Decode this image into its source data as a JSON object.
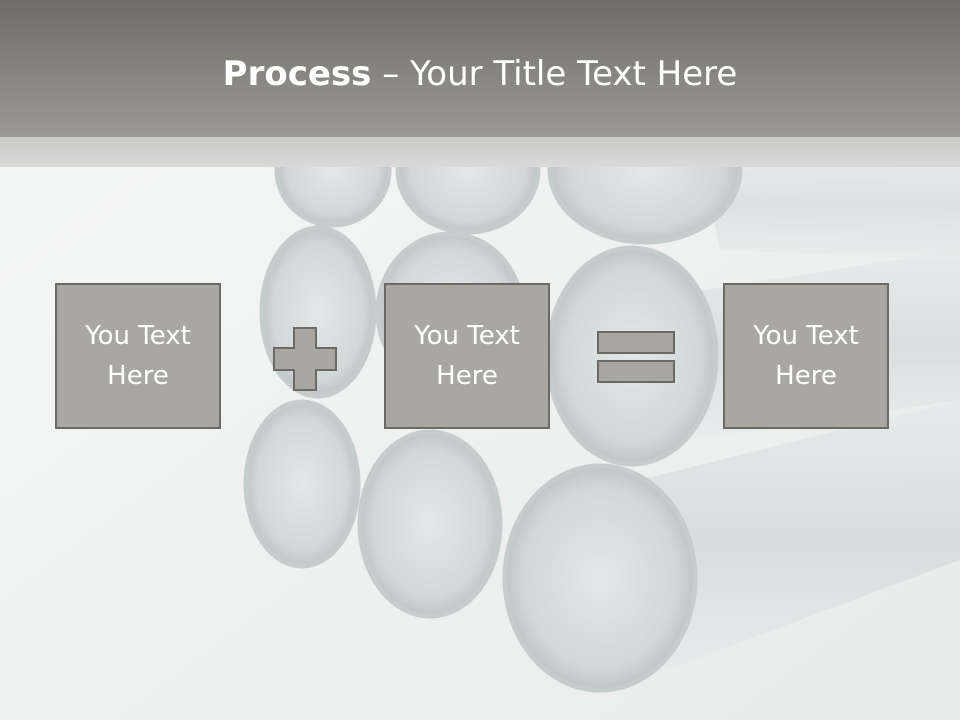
{
  "title": {
    "bold": "Process",
    "separator": " – ",
    "rest": "Your Title Text Here"
  },
  "boxes": [
    {
      "text": "You Text Here"
    },
    {
      "text": "You Text Here"
    },
    {
      "text": "You Text Here"
    }
  ],
  "operators": {
    "first": "plus-icon",
    "second": "equals-icon"
  },
  "colors": {
    "title_bar": "#8a8884",
    "box_fill": "#a9a7a3",
    "box_border": "#6c6a67",
    "text": "#ffffff"
  }
}
